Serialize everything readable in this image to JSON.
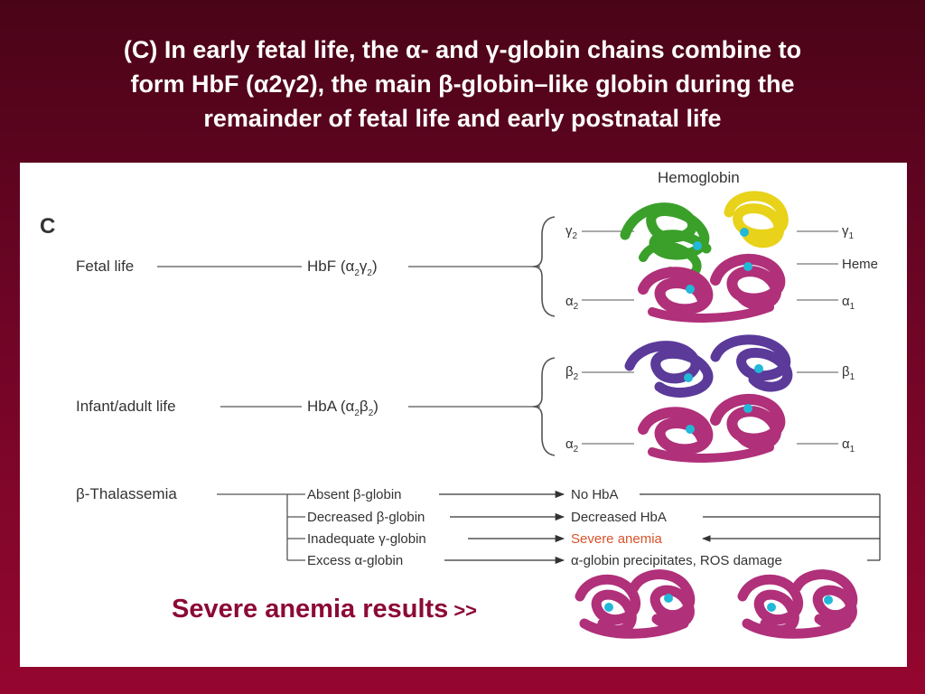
{
  "title": {
    "line1": "(C) In early fetal life, the α- and γ-globin chains combine to",
    "line2": "form HbF (α2γ2), the main β-globin–like globin during the",
    "line3": "remainder of fetal life and early postnatal life"
  },
  "figure": {
    "panel_letter": "C",
    "hemoglobin_label": "Hemoglobin",
    "fetal": {
      "stage": "Fetal life",
      "molecule": "HbF (α",
      "molecule_sub1": "2",
      "molecule_mid": "γ",
      "molecule_sub2": "2",
      "molecule_end": ")",
      "left_top": "γ",
      "left_top_sub": "2",
      "left_bottom": "α",
      "left_bottom_sub": "2",
      "right_top": "γ",
      "right_top_sub": "1",
      "right_mid": "Heme",
      "right_bottom": "α",
      "right_bottom_sub": "1"
    },
    "adult": {
      "stage": "Infant/adult life",
      "molecule": "HbA (α",
      "molecule_sub1": "2",
      "molecule_mid": "β",
      "molecule_sub2": "2",
      "molecule_end": ")",
      "left_top": "β",
      "left_top_sub": "2",
      "left_bottom": "α",
      "left_bottom_sub": "2",
      "right_top": "β",
      "right_top_sub": "1",
      "right_bottom": "α",
      "right_bottom_sub": "1"
    },
    "thalassemia": {
      "label": "β-Thalassemia",
      "causes": [
        "Absent β-globin",
        "Decreased β-globin",
        "Inadequate γ-globin",
        "Excess α-globin"
      ],
      "effects": [
        "No HbA",
        "Decreased HbA",
        "Severe anemia",
        "α-globin precipitates, ROS damage"
      ]
    },
    "colors": {
      "gamma_green": "#3aa02a",
      "gamma_yellow": "#e8d21a",
      "alpha_magenta": "#b0307a",
      "beta_purple": "#5b3a9a",
      "heme_cyan": "#22b8d8",
      "severe_red": "#d9532b"
    }
  },
  "footer": {
    "text": "Severe anemia results",
    "arrows": ">>"
  }
}
